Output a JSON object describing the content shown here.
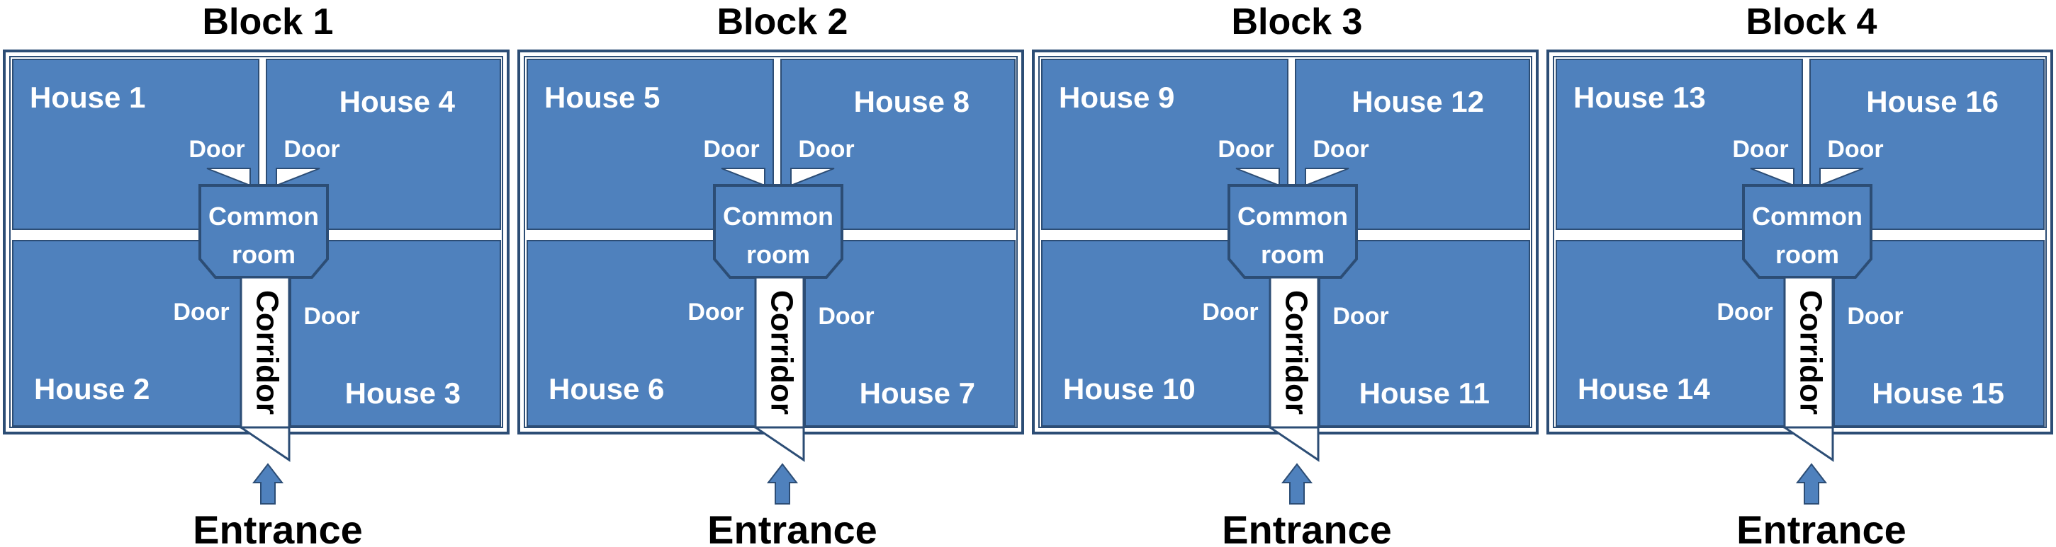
{
  "colors": {
    "house_fill": "#4f81bd",
    "house_stroke": "#2c4d75",
    "outline": "#2c4d75",
    "arrow": "#4f81bd",
    "corridor_fill": "#ffffff",
    "text_dark": "#000000",
    "text_light": "#ffffff"
  },
  "labels": {
    "door": "Door",
    "common_room_line1": "Common",
    "common_room_line2": "room",
    "corridor": "Corridor",
    "entrance": "Entrance"
  },
  "blocks": [
    {
      "title": "Block 1",
      "houses": [
        "House 1",
        "House 4",
        "House 2",
        "House 3"
      ]
    },
    {
      "title": "Block 2",
      "houses": [
        "House 5",
        "House 8",
        "House 6",
        "House 7"
      ]
    },
    {
      "title": "Block 3",
      "houses": [
        "House 9",
        "House 12",
        "House 10",
        "House 11"
      ]
    },
    {
      "title": "Block 4",
      "houses": [
        "House 13",
        "House 16",
        "House 14",
        "House 15"
      ]
    }
  ]
}
